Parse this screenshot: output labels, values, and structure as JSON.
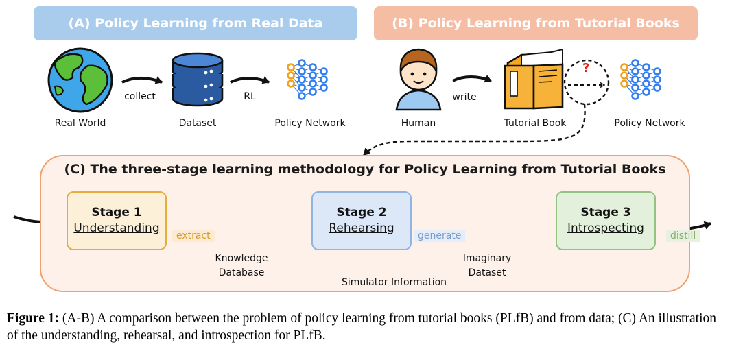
{
  "panel_a": {
    "header": "(A) Policy Learning from Real Data",
    "color": "#a9cbec",
    "nodes": {
      "world": "Real World",
      "dataset": "Dataset",
      "policy": "Policy Network"
    },
    "edges": {
      "collect": "collect",
      "rl": "RL"
    }
  },
  "panel_b": {
    "header": "(B) Policy Learning from Tutorial Books",
    "color": "#f5bda3",
    "nodes": {
      "human": "Human",
      "book": "Tutorial Book",
      "policy": "Policy Network"
    },
    "edges": {
      "write": "write",
      "question": "?"
    }
  },
  "panel_c": {
    "title": "(C) The three-stage learning methodology for Policy Learning from Tutorial Books",
    "stages": [
      {
        "title": "Stage 1",
        "subtitle": "Understanding",
        "fill": "#fdf0d9",
        "border": "#e6ad3c"
      },
      {
        "title": "Stage 2",
        "subtitle": "Rehearsing",
        "fill": "#dce8f8",
        "border": "#8fb5e5"
      },
      {
        "title": "Stage 3",
        "subtitle": "Introspecting",
        "fill": "#e3f1dc",
        "border": "#94c280"
      }
    ],
    "tags": {
      "extract": "extract",
      "generate": "generate",
      "distill": "distill"
    },
    "knowledge_db": [
      "Knowledge",
      "Database"
    ],
    "imaginary_ds": [
      "Imaginary",
      "Dataset"
    ],
    "simulator": "Simulator Information"
  },
  "caption": {
    "label": "Figure 1:",
    "text": " (A-B) A comparison between the problem of policy learning from tutorial books (PLfB) and from data; (C) An illustration of the understanding, rehearsal, and introspection for PLfB."
  }
}
